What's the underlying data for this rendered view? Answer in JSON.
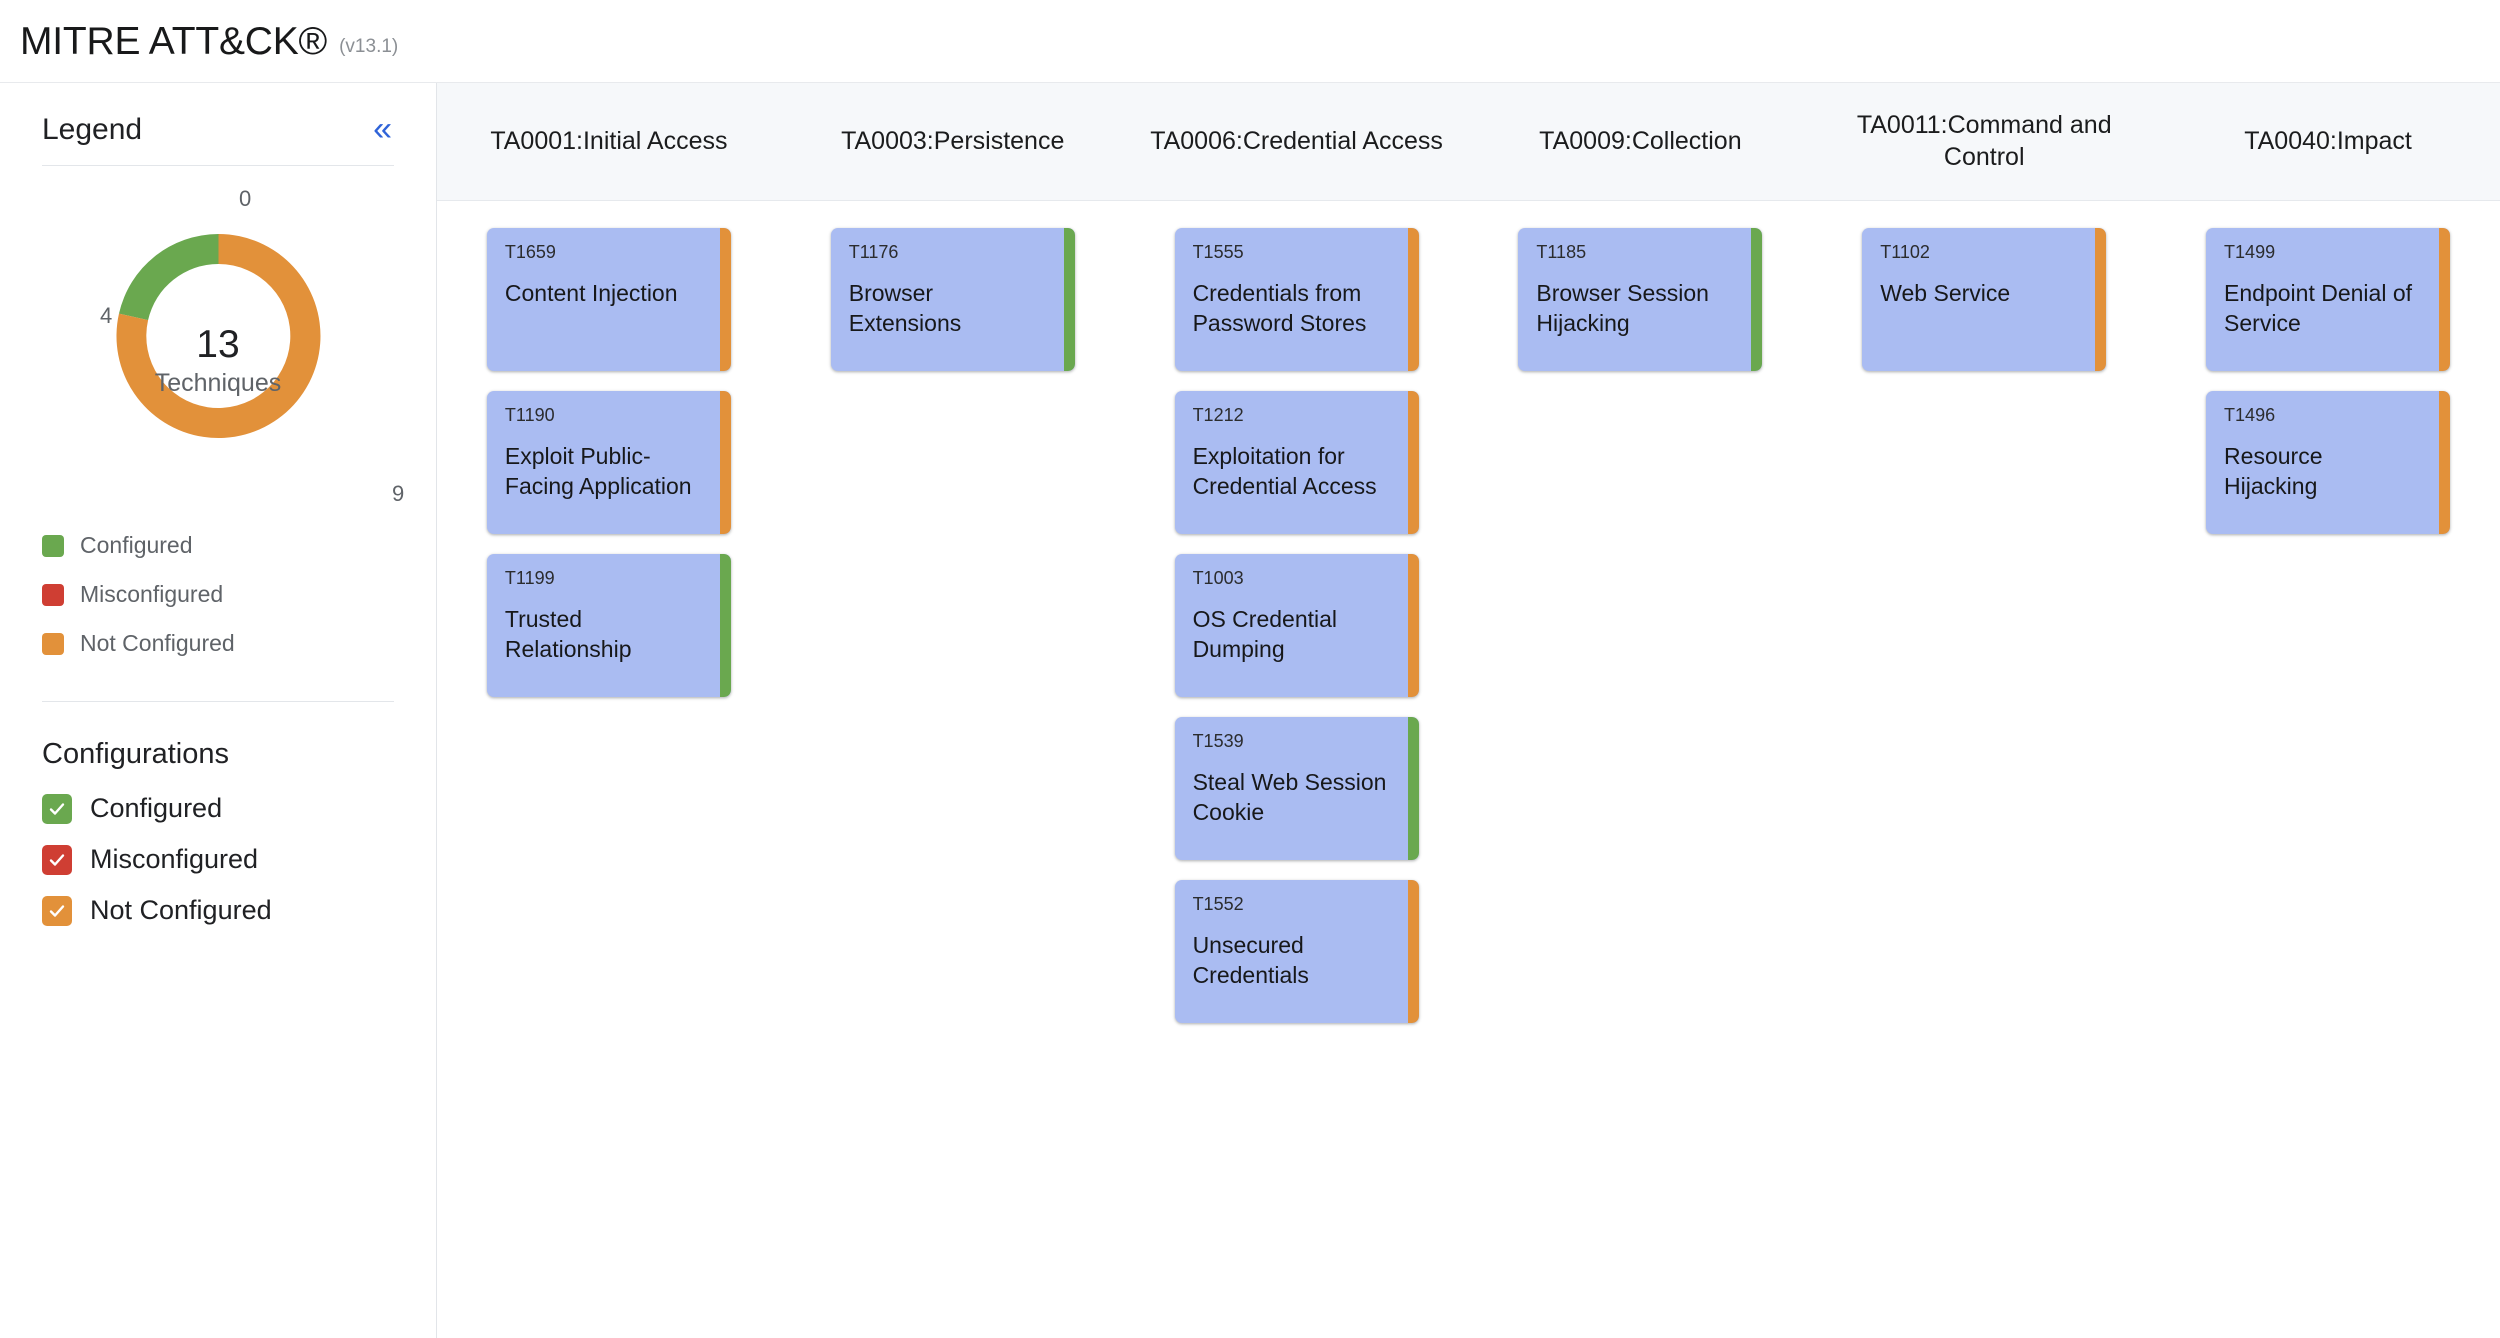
{
  "header": {
    "title": "MITRE ATT&CK®",
    "version": "(v13.1)"
  },
  "sidebar": {
    "title": "Legend",
    "collapse_icon": "«",
    "donut": {
      "total": "13",
      "total_label": "Techniques",
      "labels": {
        "misconfigured": "0",
        "configured": "4",
        "not_configured": "9"
      }
    },
    "legend_items": [
      {
        "label": "Configured",
        "color": "#6aa84f"
      },
      {
        "label": "Misconfigured",
        "color": "#cf3e33"
      },
      {
        "label": "Not Configured",
        "color": "#e2913a"
      }
    ],
    "configurations": {
      "title": "Configurations",
      "items": [
        {
          "label": "Configured",
          "color": "#6aa84f",
          "checked": true
        },
        {
          "label": "Misconfigured",
          "color": "#cf3e33",
          "checked": true
        },
        {
          "label": "Not Configured",
          "color": "#e2913a",
          "checked": true
        }
      ]
    }
  },
  "chart_data": {
    "type": "pie",
    "title": "Techniques by configuration status",
    "categories": [
      "Misconfigured",
      "Configured",
      "Not Configured"
    ],
    "values": [
      0,
      4,
      9
    ],
    "colors": [
      "#cf3e33",
      "#6aa84f",
      "#e2913a"
    ],
    "total": 13,
    "center_label": "13",
    "center_sublabel": "Techniques",
    "legend": [
      "Configured",
      "Misconfigured",
      "Not Configured"
    ],
    "legend_position": "below",
    "donut": true
  },
  "matrix": {
    "columns": [
      {
        "header": "TA0001:Initial Access",
        "techniques": [
          {
            "id": "T1659",
            "name": "Content Injection",
            "status": "not_configured",
            "status_color": "#e2913a"
          },
          {
            "id": "T1190",
            "name": "Exploit Public-Facing Application",
            "status": "not_configured",
            "status_color": "#e2913a"
          },
          {
            "id": "T1199",
            "name": "Trusted Relationship",
            "status": "configured",
            "status_color": "#6aa84f"
          }
        ]
      },
      {
        "header": "TA0003:Persistence",
        "techniques": [
          {
            "id": "T1176",
            "name": "Browser Extensions",
            "status": "configured",
            "status_color": "#6aa84f"
          }
        ]
      },
      {
        "header": "TA0006:Credential Access",
        "techniques": [
          {
            "id": "T1555",
            "name": "Credentials from Password Stores",
            "status": "not_configured",
            "status_color": "#e2913a"
          },
          {
            "id": "T1212",
            "name": "Exploitation for Credential Access",
            "status": "not_configured",
            "status_color": "#e2913a"
          },
          {
            "id": "T1003",
            "name": "OS Credential Dumping",
            "status": "not_configured",
            "status_color": "#e2913a"
          },
          {
            "id": "T1539",
            "name": "Steal Web Session Cookie",
            "status": "configured",
            "status_color": "#6aa84f"
          },
          {
            "id": "T1552",
            "name": "Unsecured Credentials",
            "status": "not_configured",
            "status_color": "#e2913a"
          }
        ]
      },
      {
        "header": "TA0009:Collection",
        "techniques": [
          {
            "id": "T1185",
            "name": "Browser Session Hijacking",
            "status": "configured",
            "status_color": "#6aa84f"
          }
        ]
      },
      {
        "header": "TA0011:Command and Control",
        "techniques": [
          {
            "id": "T1102",
            "name": "Web Service",
            "status": "not_configured",
            "status_color": "#e2913a"
          }
        ]
      },
      {
        "header": "TA0040:Impact",
        "techniques": [
          {
            "id": "T1499",
            "name": "Endpoint Denial of Service",
            "status": "not_configured",
            "status_color": "#e2913a"
          },
          {
            "id": "T1496",
            "name": "Resource Hijacking",
            "status": "not_configured",
            "status_color": "#e2913a"
          }
        ]
      }
    ]
  }
}
